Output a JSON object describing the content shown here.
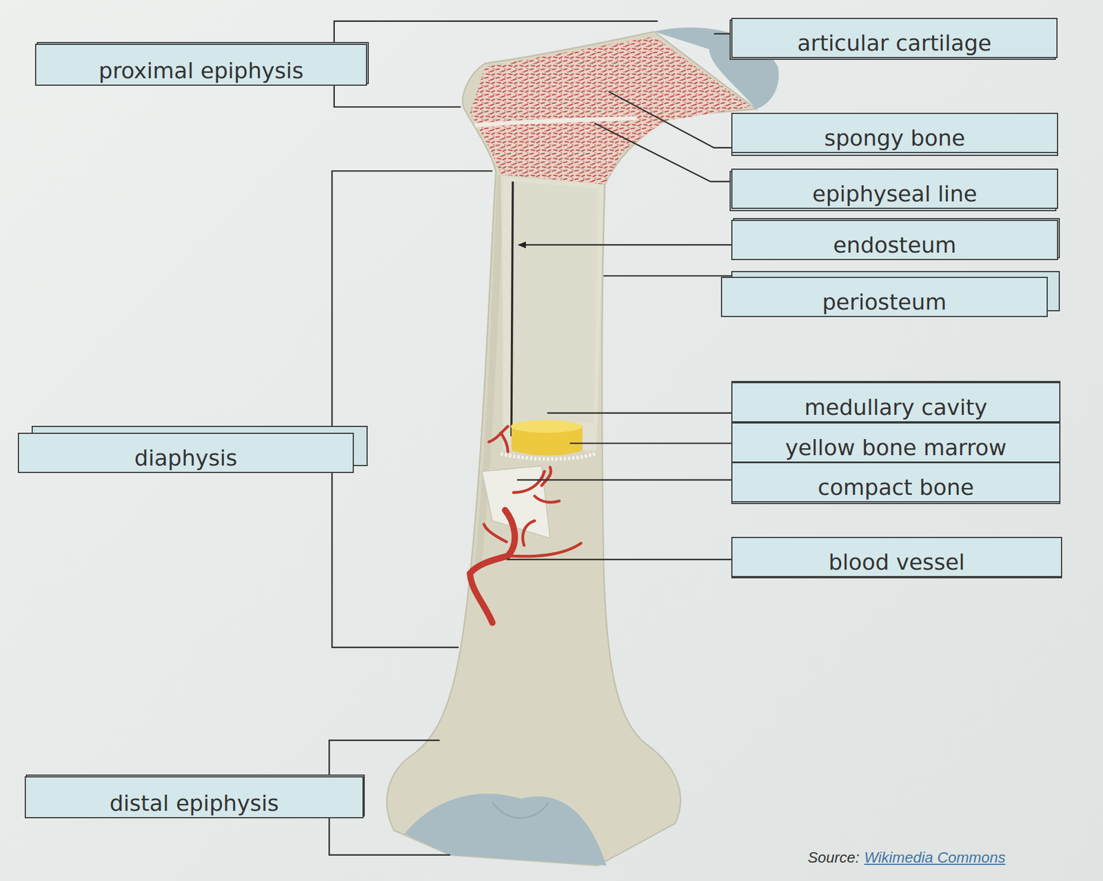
{
  "diagram": {
    "nodes": [
      {
        "text": [
          "proximal epiphysis"
        ]
      },
      {
        "text": [
          "diaphysis"
        ]
      },
      {
        "text": [
          "distal epiphysis"
        ]
      },
      {
        "text": [
          "articular cartilage"
        ]
      },
      {
        "text": [
          "spongy bone"
        ]
      },
      {
        "text": [
          "epiphyseal line"
        ]
      },
      {
        "text": [
          "endosteum"
        ]
      },
      {
        "text": [
          "periosteum"
        ]
      },
      {
        "text": [
          "medullary cavity"
        ]
      },
      {
        "text": [
          "yellow bone marrow"
        ]
      },
      {
        "text": [
          "compact bone"
        ]
      },
      {
        "text": [
          "blood vessel"
        ]
      }
    ],
    "labels": [
      "Source:",
      "Wikimedia Commons"
    ]
  }
}
